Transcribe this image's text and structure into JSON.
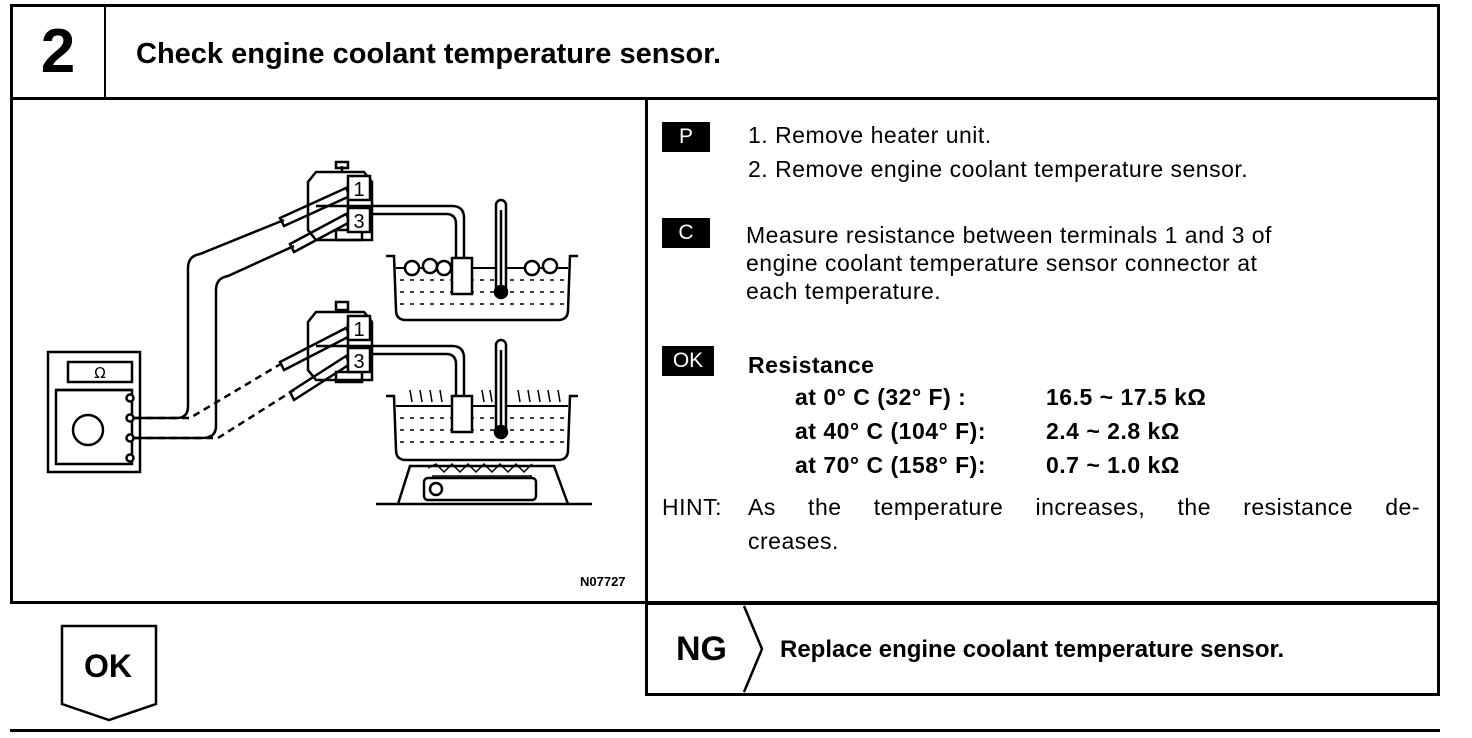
{
  "header": {
    "step_number": "2",
    "title": "Check engine coolant temperature sensor."
  },
  "diagram": {
    "code": "N07727",
    "meter_symbol": "Ω",
    "terminal_1": "1",
    "terminal_3": "3"
  },
  "steps": {
    "p_badge": "P",
    "p_items": [
      "1.  Remove heater unit.",
      "2.  Remove engine coolant temperature sensor."
    ],
    "c_badge": "C",
    "c_lines": [
      "Measure resistance between terminals 1 and 3 of",
      "engine  coolant temperature sensor connector at",
      "each temperature."
    ],
    "ok_badge": "OK",
    "resistance_label": "Resistance",
    "rows": [
      {
        "cond": "at   0° C (32° F)  :",
        "value": "16.5 ~ 17.5 kΩ"
      },
      {
        "cond": "at 40° C (104° F):",
        "value": "2.4 ~ 2.8 kΩ"
      },
      {
        "cond": "at 70° C (158° F):",
        "value": "0.7 ~ 1.0 kΩ"
      }
    ],
    "hint_label": "HINT:",
    "hint_lines": [
      "As the temperature increases, the resistance de-",
      "creases."
    ]
  },
  "result": {
    "ng_label": "NG",
    "ng_action": "Replace engine coolant temperature sensor.",
    "ok_label": "OK"
  }
}
